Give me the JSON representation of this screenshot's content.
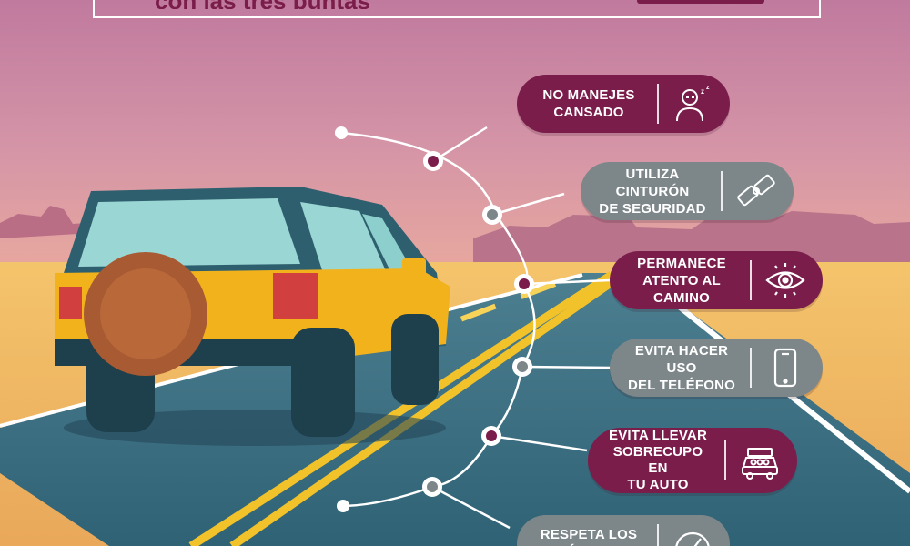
{
  "colors": {
    "sky_top": "#c98aa6",
    "sky_bottom": "#e4a7a3",
    "maroon": "#7a1d4b",
    "gray": "#7d878a",
    "road": "#3b6f82",
    "sand": "#f0b860",
    "lane_yellow": "#f2c22a",
    "car_body": "#f2b21c",
    "spare_tire": "#a85a32"
  },
  "header": {
    "title": "con las tres puntas"
  },
  "tips": [
    {
      "label_line1": "NO MANEJES",
      "label_line2": "CANSADO",
      "label_line3": "",
      "style": "maroon",
      "icon": "tired-person-icon"
    },
    {
      "label_line1": "UTILIZA CINTURÓN",
      "label_line2": "DE SEGURIDAD",
      "label_line3": "",
      "style": "gray",
      "icon": "seatbelt-icon"
    },
    {
      "label_line1": "PERMANECE",
      "label_line2": "ATENTO AL CAMINO",
      "label_line3": "",
      "style": "maroon",
      "icon": "eye-icon"
    },
    {
      "label_line1": "EVITA HACER USO",
      "label_line2": "DEL TELÉFONO",
      "label_line3": "",
      "style": "gray",
      "icon": "phone-icon"
    },
    {
      "label_line1": "EVITA LLEVAR",
      "label_line2": "SOBRECUPO EN",
      "label_line3": "TU AUTO",
      "style": "maroon",
      "icon": "overloaded-car-icon"
    },
    {
      "label_line1": "RESPETA LOS LÍMITES",
      "label_line2": "",
      "label_line3": "",
      "style": "gray",
      "icon": "speedometer-icon"
    }
  ]
}
